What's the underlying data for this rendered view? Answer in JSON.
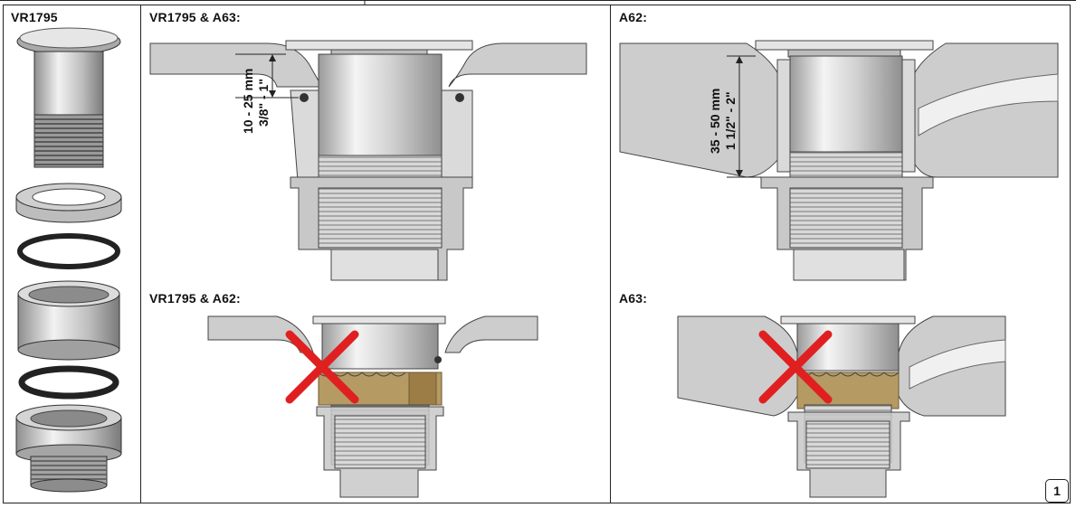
{
  "panels": {
    "parts": {
      "label": "VR1795"
    },
    "vr1795_a63": {
      "label": "VR1795 & A63:",
      "dimension_mm": "10 - 25 mm",
      "dimension_in": "3/8\" - 1\""
    },
    "a62": {
      "label": "A62:",
      "dimension_mm": "35 - 50 mm",
      "dimension_in": "1 1/2\" - 2\""
    },
    "vr1795_a62": {
      "label": "VR1795 & A62:"
    },
    "a63": {
      "label": "A63:"
    }
  },
  "page_number": "1",
  "colors": {
    "basin": "#cfcfcf",
    "metal": "#d9d9d9",
    "water": "#b59a63",
    "cross": "#e02020",
    "outline": "#333333"
  }
}
